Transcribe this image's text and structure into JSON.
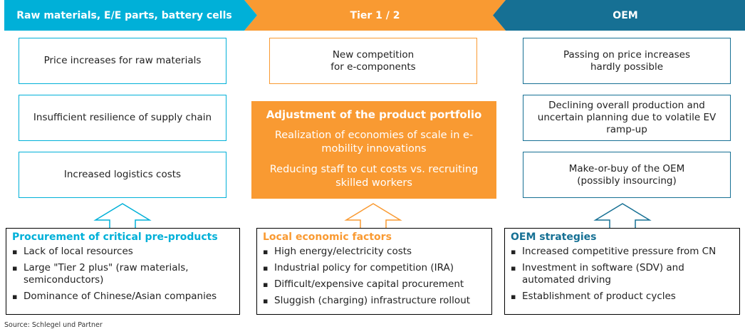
{
  "colors": {
    "cyan": "#00b0d8",
    "orange": "#f99a32",
    "teal": "#167094"
  },
  "header": {
    "left": "Raw materials, E/E parts, battery cells",
    "middle": "Tier 1 / 2",
    "right": "OEM"
  },
  "left_boxes": [
    "Price increases for raw materials",
    "Insufficient resilience of supply chain",
    "Increased logistics costs"
  ],
  "middle_top": "New competition\nfor e-components",
  "middle_center": {
    "title": "Adjustment of the product portfolio",
    "items": [
      "Realization of economies of scale in e-mobility innovations",
      "Reducing staff to cut costs vs. recruiting skilled workers"
    ]
  },
  "right_boxes": [
    "Passing on price increases\nhardly possible",
    "Declining overall production and uncertain planning due to volatile EV ramp-up",
    "Make-or-buy of the OEM\n(possibly insourcing)"
  ],
  "bottom": [
    {
      "title": "Procurement of critical pre-products",
      "items": [
        "Lack of local resources",
        "Large \"Tier 2 plus\" (raw materials, semiconductors)",
        "Dominance of Chinese/Asian companies"
      ]
    },
    {
      "title": "Local economic factors",
      "items": [
        "High energy/electricity costs",
        "Industrial policy for competition (IRA)",
        "Difficult/expensive capital procurement",
        "Sluggish (charging) infrastructure rollout"
      ]
    },
    {
      "title": "OEM strategies",
      "items": [
        "Increased competitive pressure from CN",
        "Investment in software (SDV) and automated driving",
        "Establishment of product cycles"
      ]
    }
  ],
  "source": "Source: Schlegel und Partner"
}
